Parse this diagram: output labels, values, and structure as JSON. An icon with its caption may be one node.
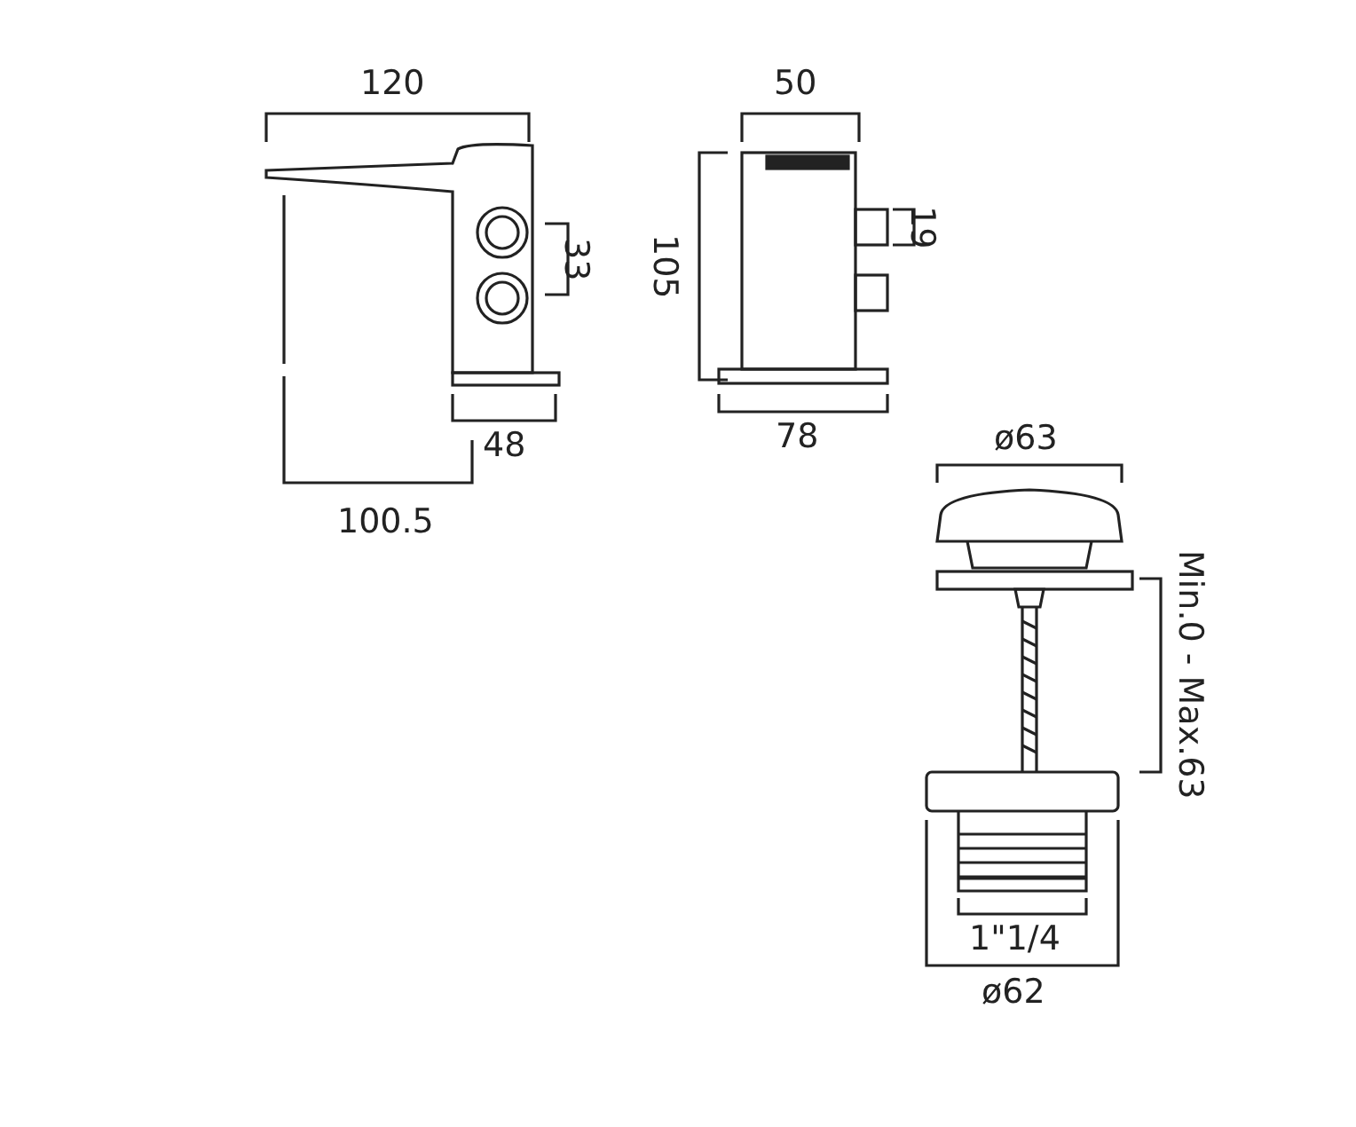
{
  "diagram": {
    "labels": [
      "120",
      "50",
      "19",
      "105",
      "33",
      "48",
      "78",
      "ø63",
      "100.5",
      "Min.0 - Max.63",
      "1\"1/4",
      "ø62"
    ]
  }
}
